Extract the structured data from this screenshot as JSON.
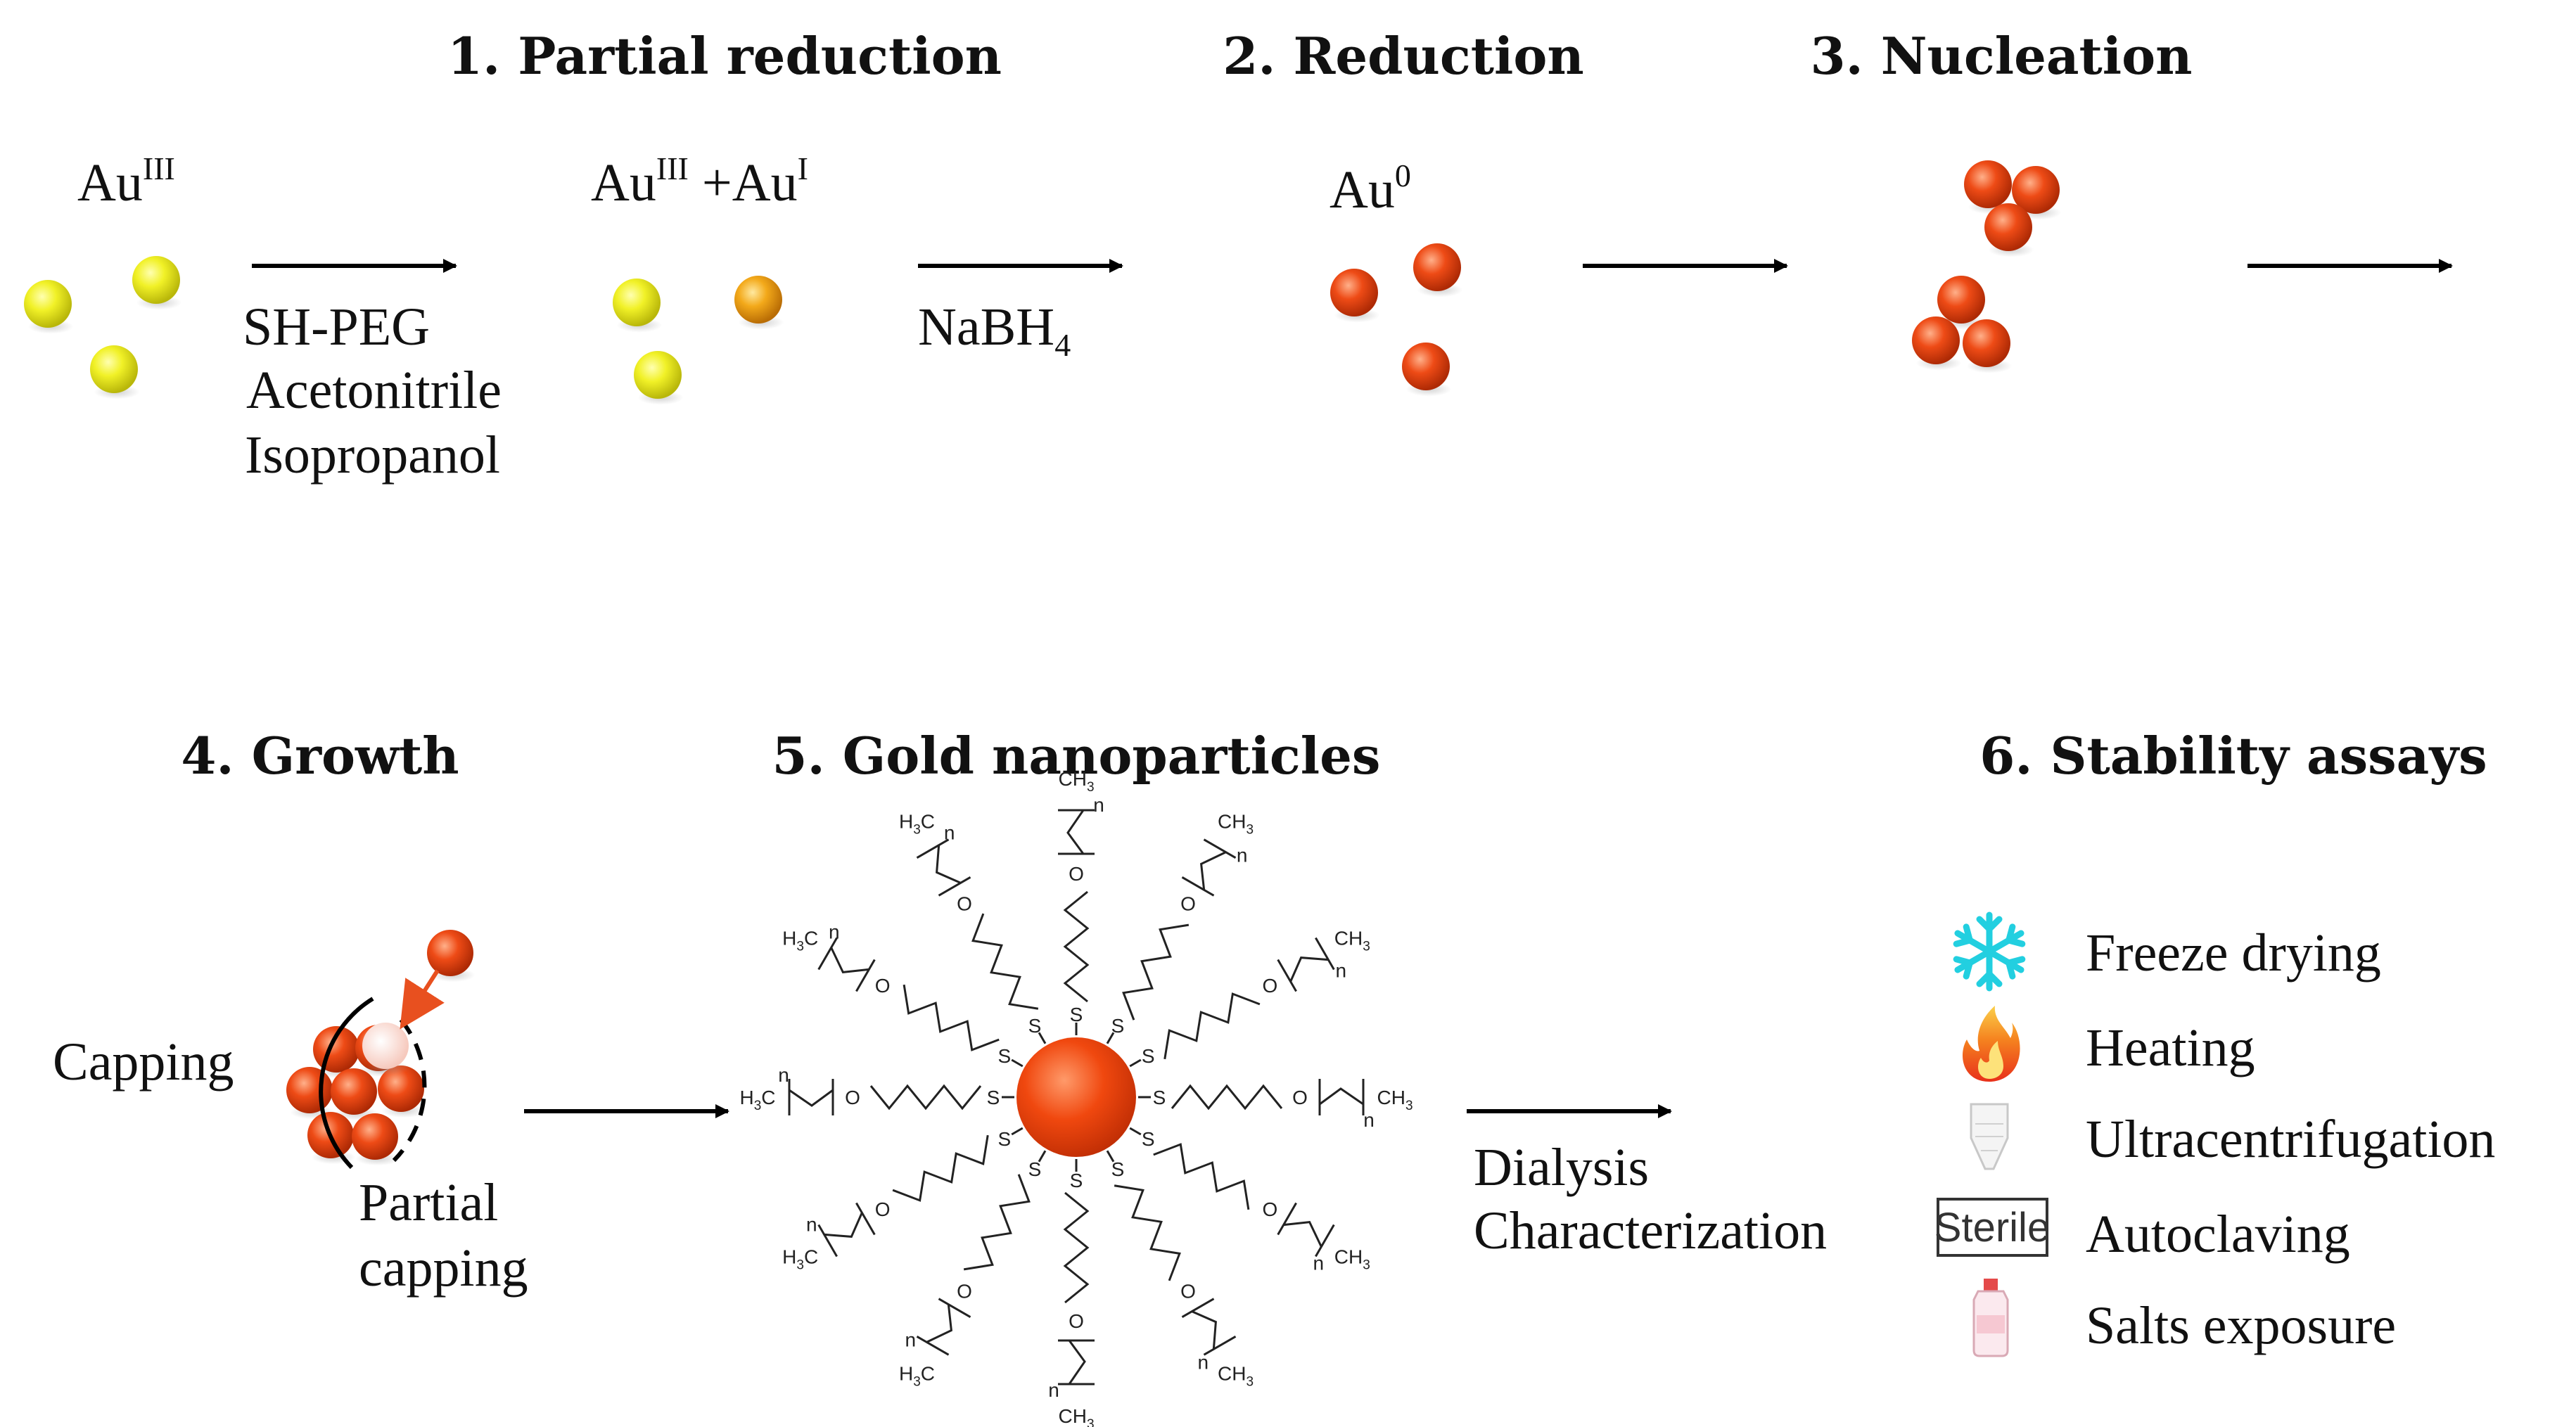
{
  "steps": {
    "s1": "1. Partial reduction",
    "s2": "2. Reduction",
    "s3": "3. Nucleation",
    "s4": "4. Growth",
    "s5": "5. Gold nanoparticles",
    "s6": "6. Stability  assays"
  },
  "species": {
    "au_base": "Au",
    "au3_sup": "III",
    "au1_sup": "I",
    "au0_sup": "0",
    "mix_sep": " +",
    "au0_label": "Au"
  },
  "reagents": {
    "r1": "SH-PEG",
    "r2": "Acetonitrile",
    "r3": "Isopropanol",
    "nabh": "NaBH",
    "nabh_sub": "4"
  },
  "growth": {
    "capping": "Capping",
    "partial1": "Partial",
    "partial2": "capping"
  },
  "post": {
    "dialysis": "Dialysis",
    "characterization": "Characterization"
  },
  "assays": [
    {
      "label": "Freeze drying",
      "icon": "snowflake-icon"
    },
    {
      "label": "Heating",
      "icon": "flame-icon"
    },
    {
      "label": "Ultracentrifugation",
      "icon": "centrifuge-tube-icon"
    },
    {
      "label": "Autoclaving",
      "icon": "sterile-label-icon"
    },
    {
      "label": "Salts exposure",
      "icon": "salt-bottle-icon"
    }
  ],
  "sterile_text": "Sterile",
  "chem": {
    "h3c": "H",
    "h3c_sub": "3",
    "c": "C",
    "ch": "CH",
    "ch_sub": "3",
    "o": "O",
    "s": "S",
    "n": "n"
  },
  "colors": {
    "au3": "#ecec1c",
    "au1": "#f2a817",
    "au0": "#ec4a14",
    "cyan": "#26d4e2",
    "arrow": "#000000"
  }
}
